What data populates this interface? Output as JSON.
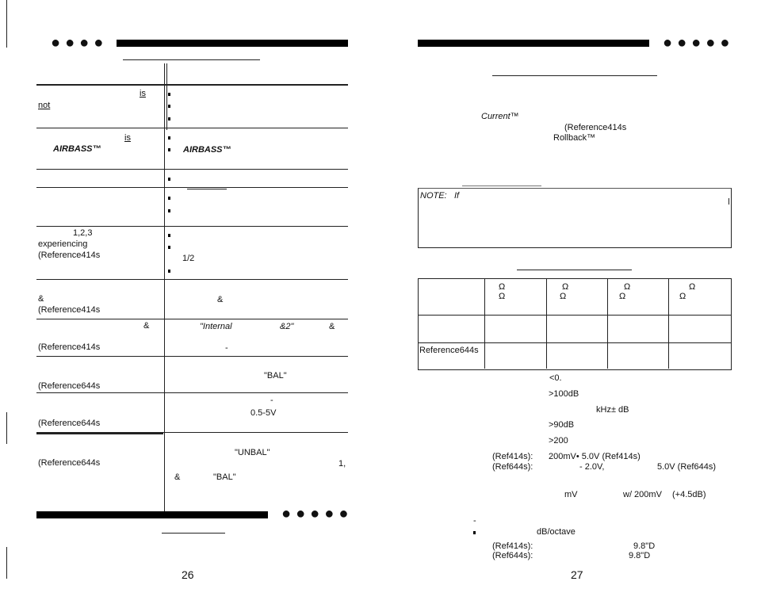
{
  "left_page": {
    "page_number": "26",
    "rows": [
      {
        "left": [
          "is",
          "not"
        ],
        "right": []
      },
      {
        "left": [
          "is",
          "AIRBASS™"
        ],
        "right": [
          "AIRBASS™"
        ]
      },
      {
        "left": [],
        "right": []
      },
      {
        "left": [],
        "right": []
      },
      {
        "left": [
          "1,2,3",
          "experiencing",
          "(Reference414s"
        ],
        "right": [
          "1/2"
        ]
      },
      {
        "left": [
          "&",
          "(Reference414s"
        ],
        "right": [
          "&"
        ]
      },
      {
        "left": [
          "&",
          "(Reference414s"
        ],
        "right": [
          "\"Internal",
          "&2\"",
          "&",
          "-"
        ]
      },
      {
        "left": [
          "(Reference644s"
        ],
        "right": [
          "\"BAL\""
        ]
      },
      {
        "left": [
          "(Reference644s"
        ],
        "right": [
          "-",
          "0.5-5V"
        ]
      },
      {
        "left": [
          "(Reference644s"
        ],
        "right": [
          "\"UNBAL\"",
          "1,",
          "&",
          "\"BAL\""
        ]
      }
    ]
  },
  "right_page": {
    "page_number": "27",
    "intro": {
      "current": "Current™",
      "reference": "(Reference414s",
      "rollback": "Rollback™"
    },
    "note": {
      "label": "NOTE:",
      "text": "If"
    },
    "table": {
      "header_symbols": [
        "Ω",
        "Ω",
        "Ω",
        "Ω",
        "Ω",
        "Ω",
        "Ω",
        "Ω"
      ],
      "row_label": "Reference644s"
    },
    "specs": [
      {
        "label": "",
        "value": "<0."
      },
      {
        "label": "",
        "value": ">100dB"
      },
      {
        "label": "",
        "value": "kHz±   dB"
      },
      {
        "label": "",
        "value": ">90dB"
      },
      {
        "label": "",
        "value": ">200"
      },
      {
        "label": "(Ref414s):",
        "value": "200mV• 5.0V (Ref414s)"
      },
      {
        "label": "(Ref644s):",
        "value": "- 2.0V,",
        "extra": "5.0V (Ref644s)"
      },
      {
        "label": "",
        "value": "mV",
        "mid": "w/ 200mV",
        "extra": "(+4.5dB)"
      },
      {
        "label": "",
        "value": "dB/octave"
      },
      {
        "label": "(Ref414s):",
        "value": "9.8\"D"
      },
      {
        "label": "(Ref644s):",
        "value": "9.8\"D"
      }
    ]
  }
}
